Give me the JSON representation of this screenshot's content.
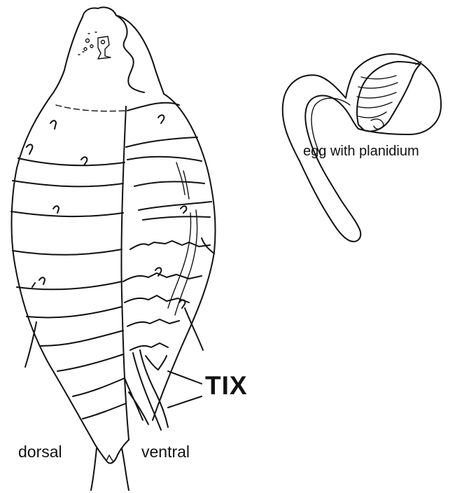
{
  "labels": {
    "dorsal": "dorsal",
    "ventral": "ventral",
    "tix": "TIX",
    "egg": "egg with planidium"
  },
  "colors": {
    "line": "#111111",
    "egg_fill": "#ffffff",
    "larva_fill": "#c9c9c9"
  }
}
